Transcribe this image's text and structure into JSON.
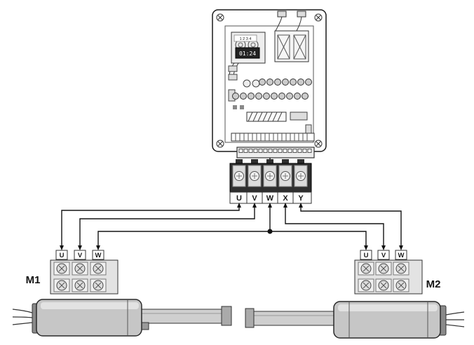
{
  "diagram": {
    "board": {
      "label_text": "1 2 3 4",
      "display_text": "01:24"
    },
    "terminal_block": {
      "labels": [
        "U",
        "V",
        "W",
        "X",
        "Y"
      ]
    },
    "motor_left": {
      "label": "M1",
      "terminals": [
        "U",
        "V",
        "W"
      ]
    },
    "motor_right": {
      "label": "M2",
      "terminals": [
        "U",
        "V",
        "W"
      ]
    },
    "colors": {
      "wire": "#141414",
      "terminal_block_body": "#2f2f2f",
      "motor_body": "#c6c6c6"
    }
  }
}
